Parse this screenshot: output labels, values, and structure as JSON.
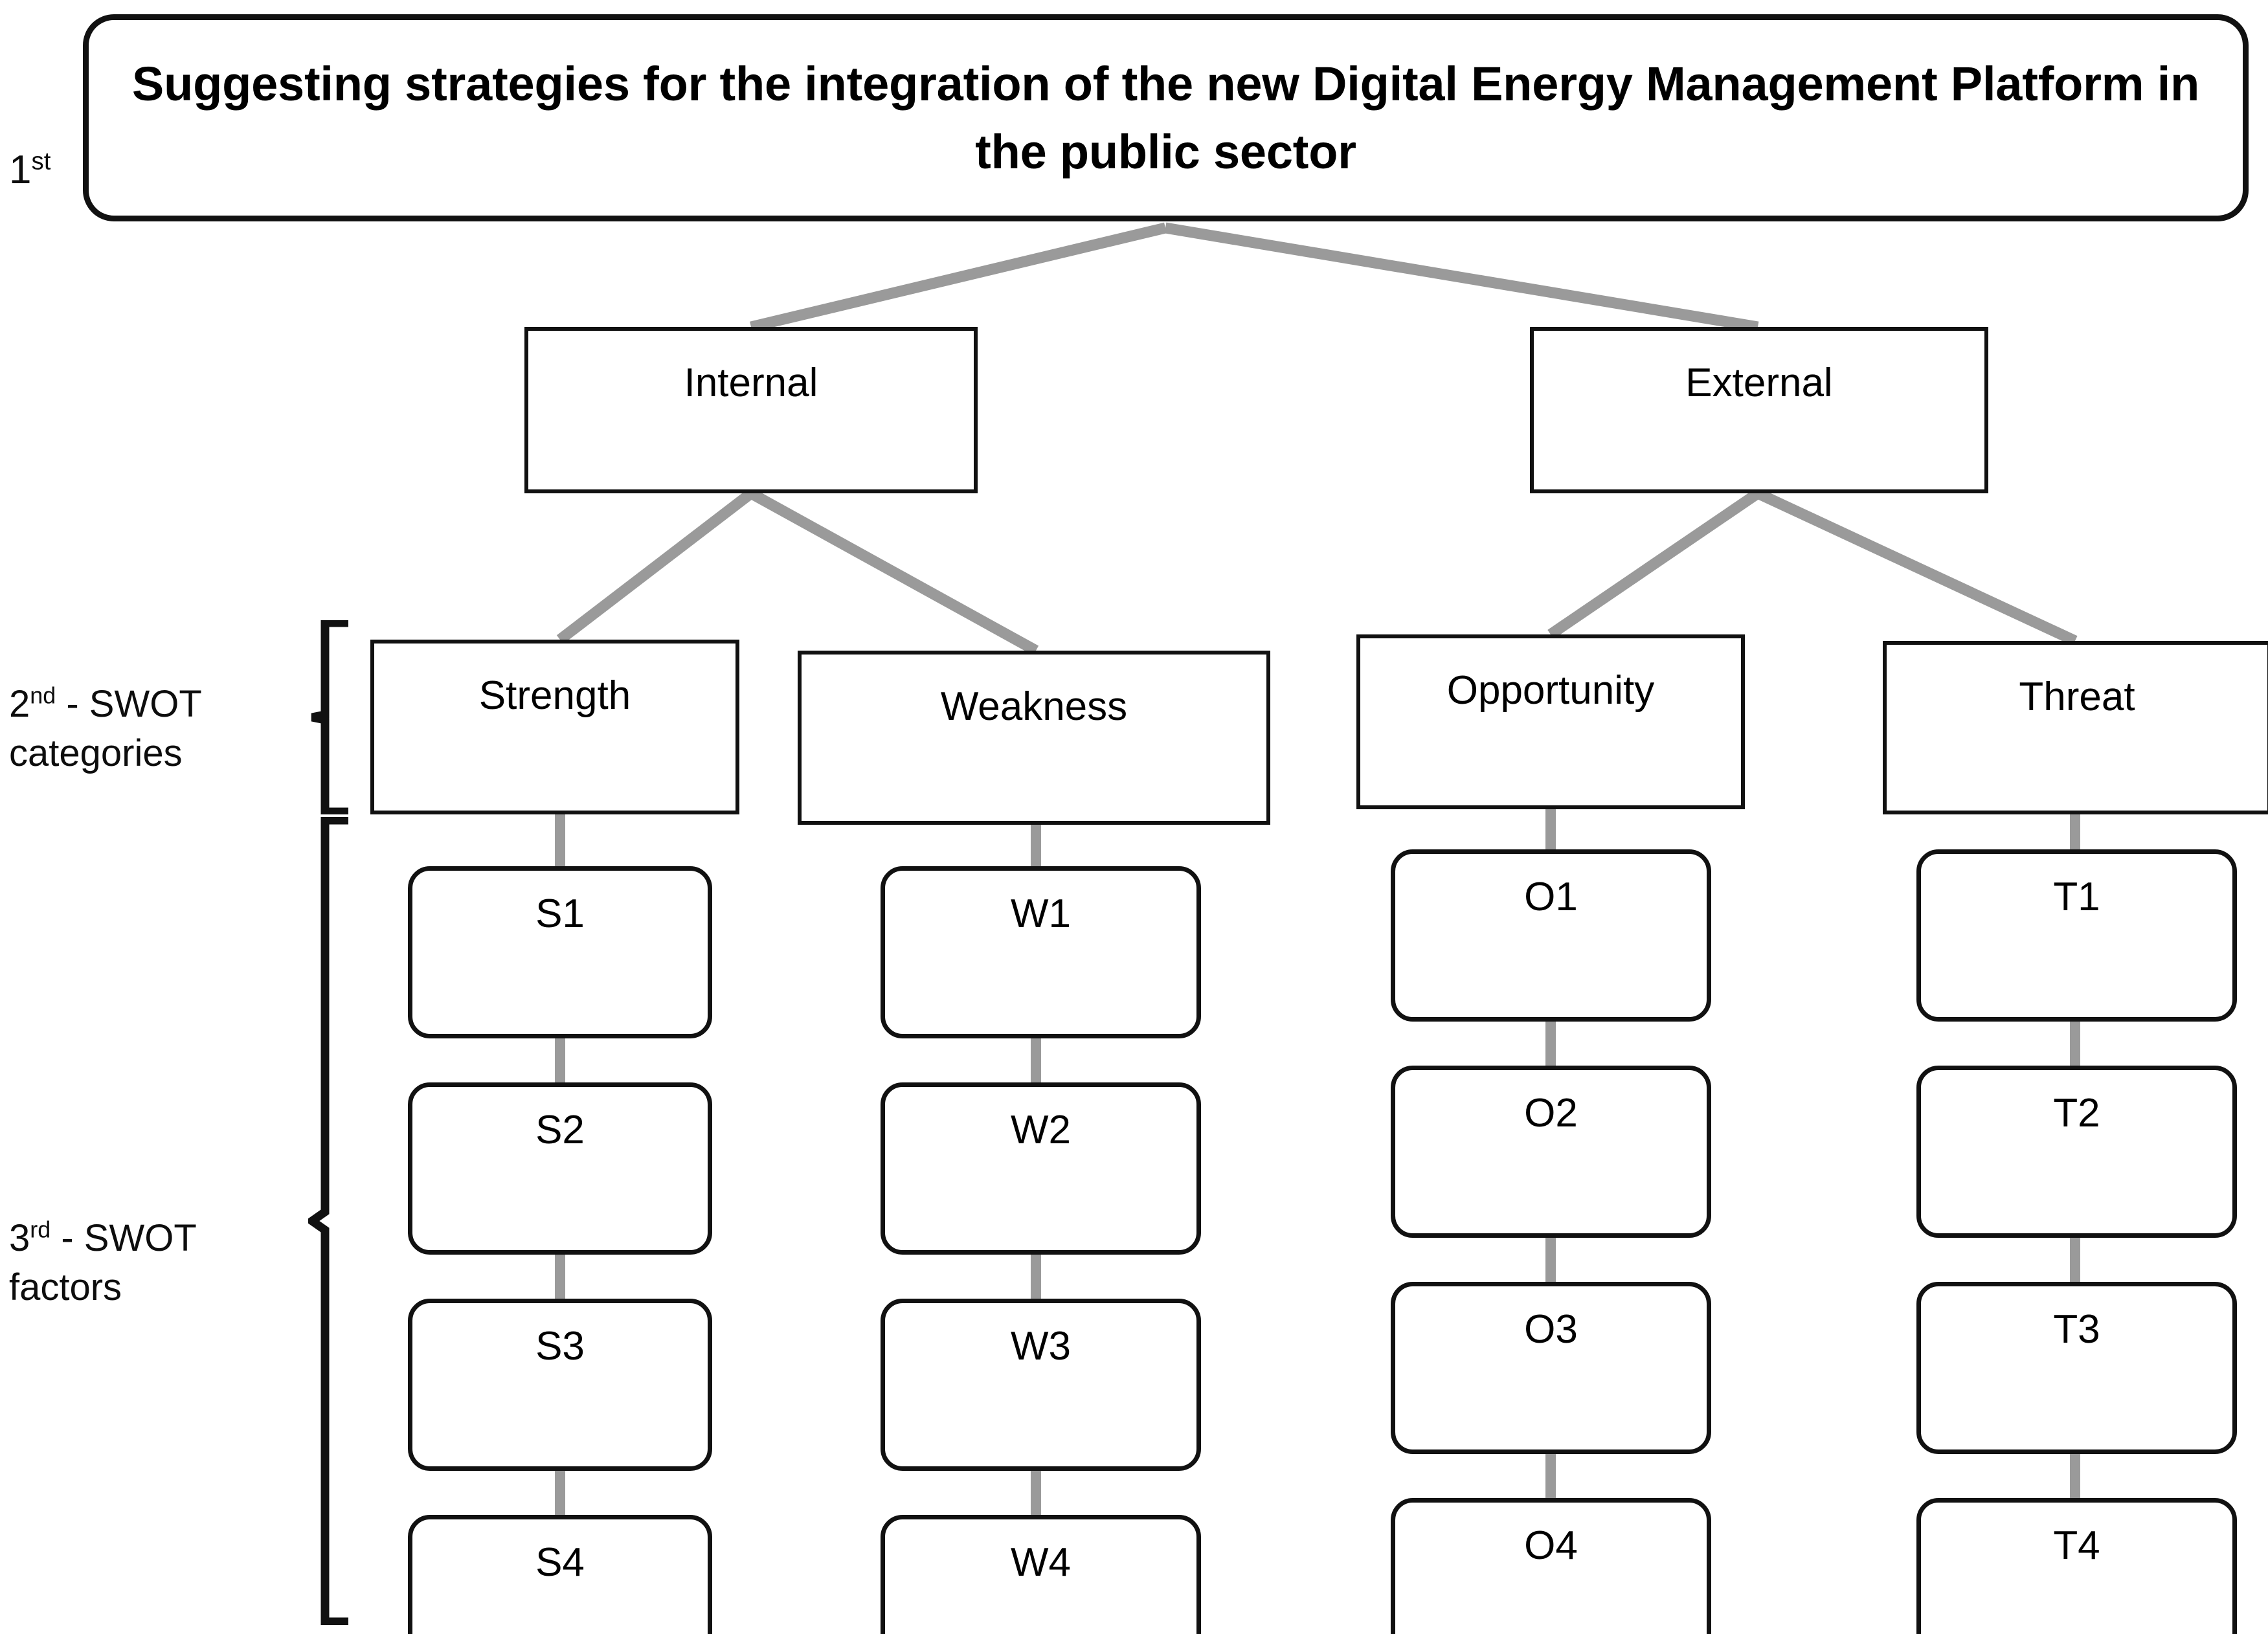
{
  "diagram": {
    "type": "hierarchy-tree",
    "title": "Suggesting strategies for the integration of the new Digital Energy Management Platform in the public sector",
    "tiers": [
      {
        "ordinal": "1",
        "suffix": "st",
        "name": ""
      },
      {
        "ordinal": "2",
        "suffix": "nd",
        "name": " - SWOT\ncategories"
      },
      {
        "ordinal": "3",
        "suffix": "rd",
        "name": " - SWOT\nfactors"
      }
    ],
    "level2": [
      {
        "label": "Internal"
      },
      {
        "label": "External"
      }
    ],
    "level3": [
      {
        "label": "Strength"
      },
      {
        "label": "Weakness"
      },
      {
        "label": "Opportunity"
      },
      {
        "label": "Threat"
      }
    ],
    "level4": {
      "strength": [
        "S1",
        "S2",
        "S3",
        "S4"
      ],
      "weakness": [
        "W1",
        "W2",
        "W3",
        "W4"
      ],
      "opportunity": [
        "O1",
        "O2",
        "O3",
        "O4"
      ],
      "threat": [
        "T1",
        "T2",
        "T3",
        "T4"
      ]
    },
    "colors": {
      "stroke": "#111111",
      "connector": "#9a9a9a",
      "background": "#ffffff",
      "text": "#000000"
    }
  }
}
